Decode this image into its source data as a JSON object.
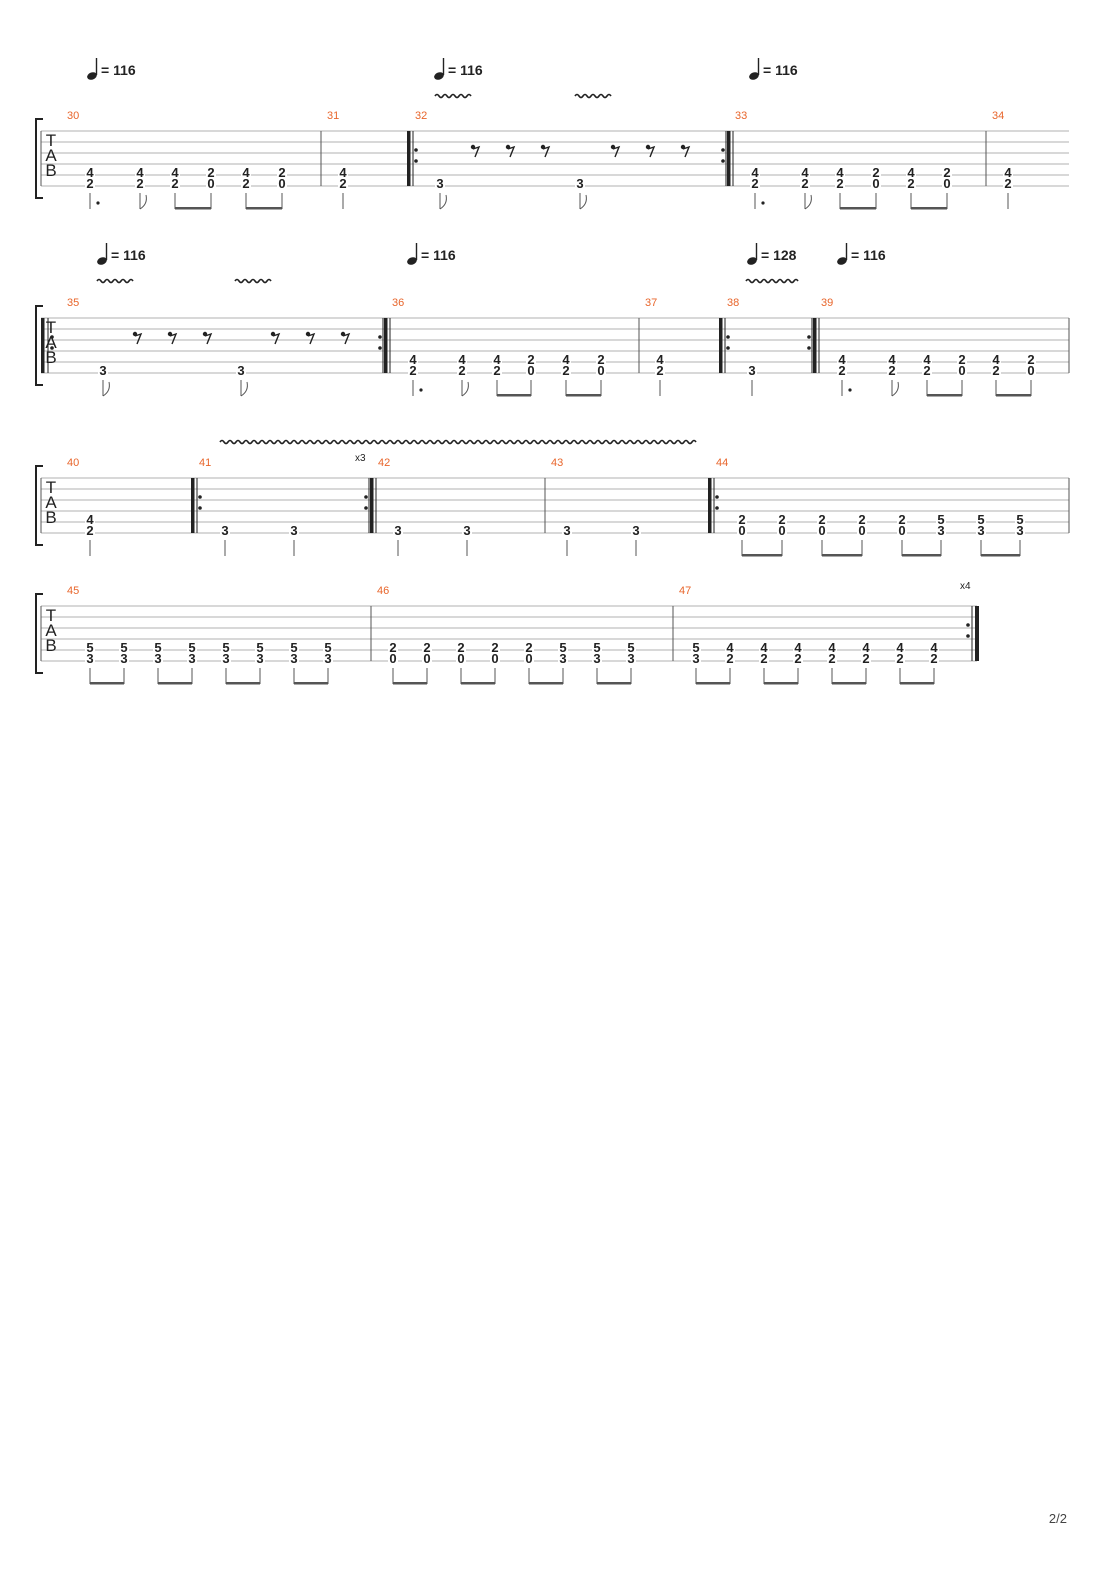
{
  "page": {
    "number": "2/2"
  },
  "tab_letters": [
    "T",
    "A",
    "B"
  ],
  "tempo_prefix": "= ",
  "repeat_prefix": "x",
  "systems": [
    {
      "tempos": [
        {
          "value": 116
        },
        {
          "value": 116,
          "vibrato": true
        },
        {
          "value": 116
        }
      ],
      "measures": [
        {
          "number": 30,
          "start_bar": "single",
          "end_bar": "single",
          "notes": [
            {
              "a": "4",
              "b": "2"
            },
            {
              "a": "4",
              "b": "2"
            },
            {
              "a": "4",
              "b": "2"
            },
            {
              "a": "2",
              "b": "0"
            },
            {
              "a": "4",
              "b": "2"
            },
            {
              "a": "2",
              "b": "0"
            }
          ]
        },
        {
          "number": 31,
          "start_bar": "single",
          "end_bar": "single",
          "notes": [
            {
              "a": "4",
              "b": "2"
            }
          ]
        },
        {
          "number": 32,
          "start_bar": "repeat-start",
          "end_bar": "repeat-end",
          "notes": [
            {
              "b": "3"
            },
            {
              "b": "3"
            }
          ],
          "rests": 6,
          "vibrato": [
            2
          ]
        },
        {
          "number": 33,
          "start_bar": "repeat-end-thick",
          "end_bar": "single",
          "notes": [
            {
              "a": "4",
              "b": "2"
            },
            {
              "a": "4",
              "b": "2"
            },
            {
              "a": "4",
              "b": "2"
            },
            {
              "a": "2",
              "b": "0"
            },
            {
              "a": "4",
              "b": "2"
            },
            {
              "a": "2",
              "b": "0"
            }
          ]
        },
        {
          "number": 34,
          "start_bar": "single",
          "end_bar": "open",
          "notes": [
            {
              "a": "4",
              "b": "2"
            }
          ]
        }
      ]
    },
    {
      "tempos": [
        {
          "value": 116,
          "vibrato": true
        },
        {
          "value": 116
        },
        {
          "value": 128,
          "vibrato": true
        },
        {
          "value": 116
        }
      ],
      "measures": [
        {
          "number": 35,
          "start_bar": "repeat-start",
          "end_bar": "repeat-end",
          "notes": [
            {
              "b": "3"
            },
            {
              "b": "3"
            }
          ],
          "rests": 6,
          "vibrato": [
            2
          ]
        },
        {
          "number": 36,
          "start_bar": "repeat-end-thick",
          "end_bar": "single",
          "notes": [
            {
              "a": "4",
              "b": "2"
            },
            {
              "a": "4",
              "b": "2"
            },
            {
              "a": "4",
              "b": "2"
            },
            {
              "a": "2",
              "b": "0"
            },
            {
              "a": "4",
              "b": "2"
            },
            {
              "a": "2",
              "b": "0"
            }
          ]
        },
        {
          "number": 37,
          "start_bar": "single",
          "end_bar": "single",
          "notes": [
            {
              "a": "4",
              "b": "2"
            }
          ]
        },
        {
          "number": 38,
          "start_bar": "repeat-start",
          "end_bar": "repeat-end",
          "notes": [
            {
              "b": "3"
            }
          ],
          "vibrato": [
            1
          ]
        },
        {
          "number": 39,
          "start_bar": "repeat-end-thick",
          "end_bar": "single",
          "notes": [
            {
              "a": "4",
              "b": "2"
            },
            {
              "a": "4",
              "b": "2"
            },
            {
              "a": "4",
              "b": "2"
            },
            {
              "a": "2",
              "b": "0"
            },
            {
              "a": "4",
              "b": "2"
            },
            {
              "a": "2",
              "b": "0"
            }
          ]
        }
      ]
    },
    {
      "tempos": [],
      "long_vibrato": true,
      "measures": [
        {
          "number": 40,
          "start_bar": "single",
          "end_bar": "single",
          "notes": [
            {
              "a": "4",
              "b": "2"
            }
          ]
        },
        {
          "number": 41,
          "start_bar": "repeat-start",
          "end_bar": "repeat-end",
          "repeat_count": 3,
          "notes": [
            {
              "b": "3"
            },
            {
              "b": "3"
            }
          ]
        },
        {
          "number": 42,
          "start_bar": "repeat-end-thick",
          "end_bar": "single",
          "notes": [
            {
              "b": "3"
            },
            {
              "b": "3"
            }
          ]
        },
        {
          "number": 43,
          "start_bar": "single",
          "end_bar": "single",
          "notes": [
            {
              "b": "3"
            },
            {
              "b": "3"
            }
          ]
        },
        {
          "number": 44,
          "start_bar": "repeat-start",
          "end_bar": "single",
          "notes": [
            {
              "a": "2",
              "b": "0"
            },
            {
              "a": "2",
              "b": "0"
            },
            {
              "a": "2",
              "b": "0"
            },
            {
              "a": "2",
              "b": "0"
            },
            {
              "a": "2",
              "b": "0"
            },
            {
              "a": "5",
              "b": "3"
            },
            {
              "a": "5",
              "b": "3"
            },
            {
              "a": "5",
              "b": "3"
            }
          ]
        }
      ]
    },
    {
      "tempos": [],
      "measures": [
        {
          "number": 45,
          "start_bar": "single",
          "end_bar": "single",
          "notes": [
            {
              "a": "5",
              "b": "3"
            },
            {
              "a": "5",
              "b": "3"
            },
            {
              "a": "5",
              "b": "3"
            },
            {
              "a": "5",
              "b": "3"
            },
            {
              "a": "5",
              "b": "3"
            },
            {
              "a": "5",
              "b": "3"
            },
            {
              "a": "5",
              "b": "3"
            },
            {
              "a": "5",
              "b": "3"
            }
          ]
        },
        {
          "number": 46,
          "start_bar": "single",
          "end_bar": "single",
          "notes": [
            {
              "a": "2",
              "b": "0"
            },
            {
              "a": "2",
              "b": "0"
            },
            {
              "a": "2",
              "b": "0"
            },
            {
              "a": "2",
              "b": "0"
            },
            {
              "a": "2",
              "b": "0"
            },
            {
              "a": "5",
              "b": "3"
            },
            {
              "a": "5",
              "b": "3"
            },
            {
              "a": "5",
              "b": "3"
            }
          ]
        },
        {
          "number": 47,
          "start_bar": "single",
          "end_bar": "repeat-end-final",
          "repeat_count": 4,
          "notes": [
            {
              "a": "5",
              "b": "3"
            },
            {
              "a": "4",
              "b": "2"
            },
            {
              "a": "4",
              "b": "2"
            },
            {
              "a": "4",
              "b": "2"
            },
            {
              "a": "4",
              "b": "2"
            },
            {
              "a": "4",
              "b": "2"
            },
            {
              "a": "4",
              "b": "2"
            },
            {
              "a": "4",
              "b": "2"
            }
          ]
        }
      ]
    }
  ],
  "colors": {
    "measure_number": "#e8652b",
    "line": "#999999",
    "text": "#222222",
    "beam": "#555555"
  }
}
